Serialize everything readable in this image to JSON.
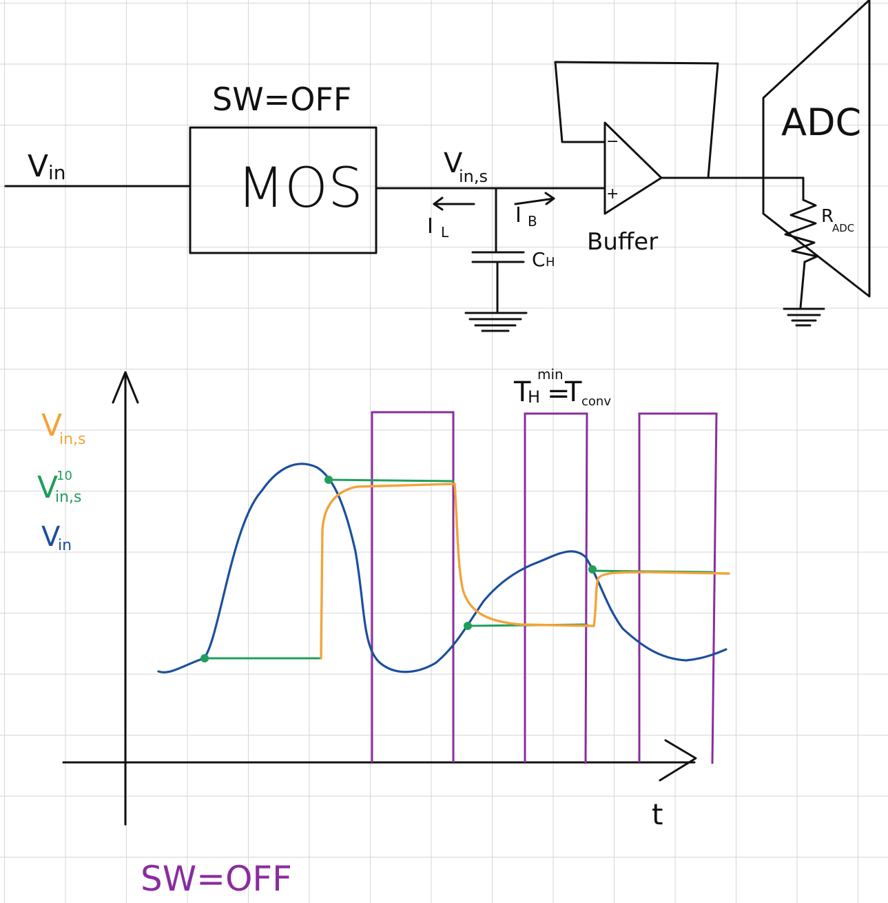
{
  "circuit": {
    "input_label": "V",
    "input_sub": "in",
    "switch_state": "SW=OFF",
    "switch_block": "MOS",
    "node_label": "V",
    "node_sub": "in,s",
    "leak_current": "I",
    "leak_current_sub": "L",
    "buffer_current": "I",
    "buffer_current_sub": "B",
    "capacitor_label": "C",
    "capacitor_sub": "H",
    "buffer_label": "Buffer",
    "opamp_minus": "−",
    "opamp_plus": "+",
    "adc_label": "ADC",
    "adc_resistor": "R",
    "adc_resistor_sub": "ADC"
  },
  "timing": {
    "legend": [
      {
        "name": "V",
        "sub": "in,s",
        "sup": "",
        "color": "#f2a33a"
      },
      {
        "name": "V",
        "sub": "in,s",
        "sup": "10",
        "color": "#1f9e5a"
      },
      {
        "name": "V",
        "sub": "in",
        "sup": "",
        "color": "#1c4f9c"
      }
    ],
    "x_axis_label": "t",
    "annotation_T": "T",
    "annotation_T_sub": "H",
    "annotation_T_sup": "min",
    "annotation_eq": "=",
    "annotation_Tconv": "T",
    "annotation_Tconv_sub": "conv",
    "footer_state": "SW=OFF",
    "colors": {
      "vin": "#1c4f9c",
      "vins": "#f2a33a",
      "vins10": "#1f9e5a",
      "switch": "#8a2c9e",
      "ink": "#111111"
    }
  }
}
